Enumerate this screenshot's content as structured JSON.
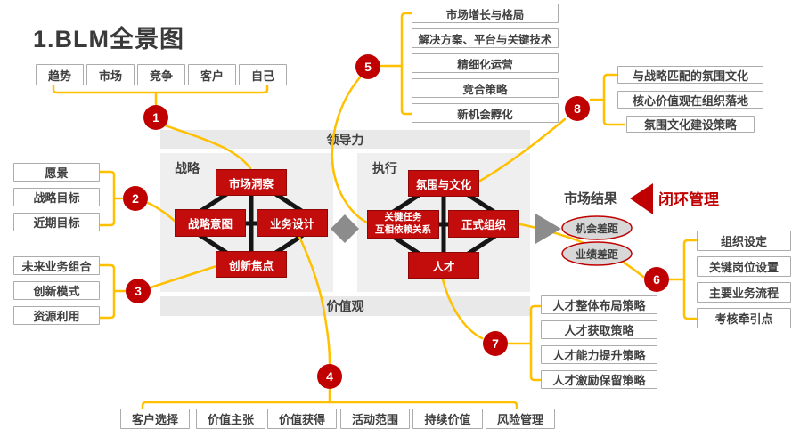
{
  "title": "1.BLM全景图",
  "colors": {
    "red": "#C00000",
    "yellow": "#FFC000",
    "panel": "#EFEFEF",
    "band": "#E9E9E9",
    "box_border": "#ACACAC",
    "text": "#404040",
    "gray_shape": "#8C8C8C",
    "ellipse_fill": "#D8D8D8"
  },
  "inputs_row": [
    "趋势",
    "市场",
    "竞争",
    "客户",
    "自己"
  ],
  "strategy_intent_items": [
    "愿景",
    "战略目标",
    "近期目标"
  ],
  "innovation_focus_items": [
    "未来业务组合",
    "创新模式",
    "资源利用"
  ],
  "market_insight_items": [
    "市场增长与格局",
    "解决方案、平台与关键技术",
    "精细化运营",
    "竞合策略",
    "新机会孵化"
  ],
  "culture_items": [
    "与战略匹配的氛围文化",
    "核心价值观在组织落地",
    "氛围文化建设策略"
  ],
  "org_items": [
    "组织设定",
    "关键岗位设置",
    "主要业务流程",
    "考核牵引点"
  ],
  "talent_items": [
    "人才整体布局策略",
    "人才获取策略",
    "人才能力提升策略",
    "人才激励保留策略"
  ],
  "business_design_items": [
    "客户选择",
    "价值主张",
    "价值获得",
    "活动范围",
    "持续价值",
    "风险管理"
  ],
  "center": {
    "leadership": "领导力",
    "values": "价值观",
    "strategy": "战略",
    "execution": "执行",
    "market_insight": "市场洞察",
    "strategic_intent": "战略意图",
    "business_design": "业务设计",
    "innovation_focus": "创新焦点",
    "climate_culture": "氛围与文化",
    "key_tasks_line1": "关键任务",
    "key_tasks_line2": "互相依赖关系",
    "formal_org": "正式组织",
    "talent": "人才"
  },
  "results": {
    "market_results": "市场结果",
    "closed_loop": "闭环管理",
    "opportunity_gap": "机会差距",
    "performance_gap": "业绩差距"
  },
  "markers": [
    "1",
    "2",
    "3",
    "4",
    "5",
    "6",
    "7",
    "8"
  ]
}
